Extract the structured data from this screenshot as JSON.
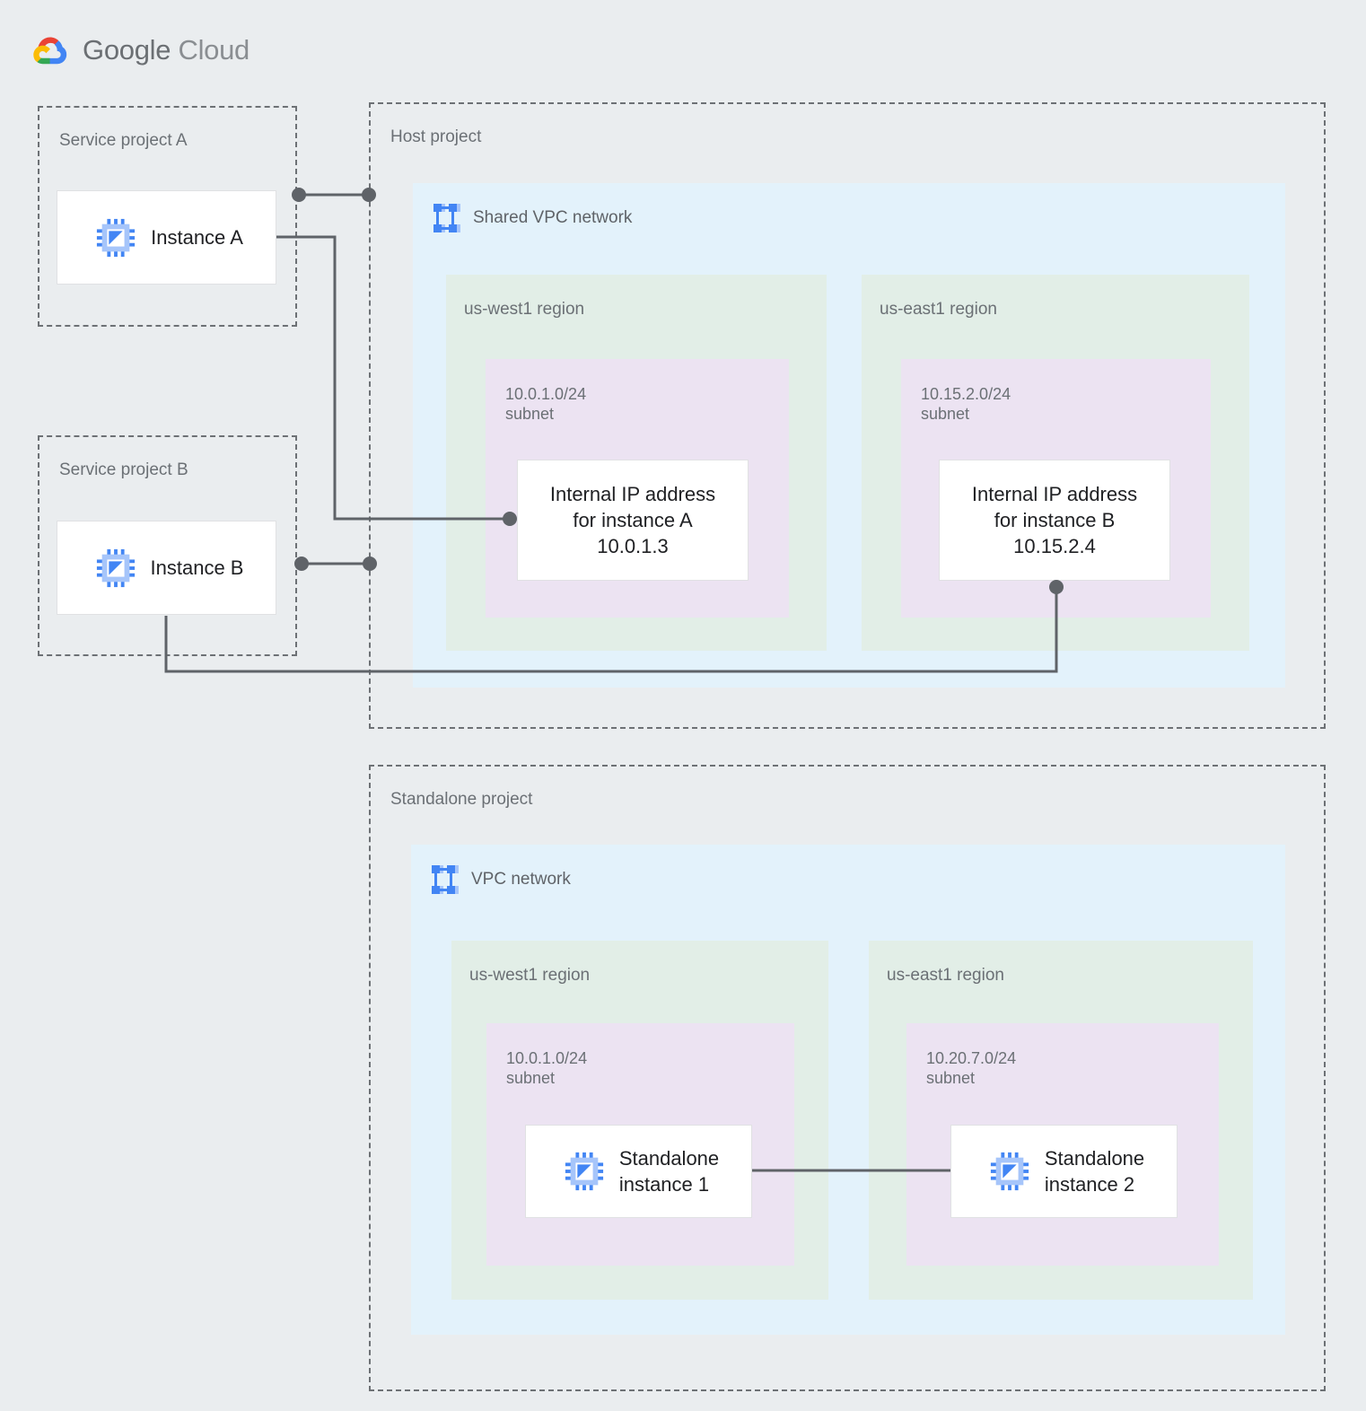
{
  "brand": {
    "name_bold": "Google",
    "name_light": " Cloud",
    "logo": "google-cloud-logo"
  },
  "projects": {
    "service_a": {
      "label": "Service project A"
    },
    "service_b": {
      "label": "Service project B"
    },
    "host": {
      "label": "Host project"
    },
    "standalone": {
      "label": "Standalone project"
    }
  },
  "networks": {
    "shared_vpc": {
      "title": "Shared VPC network",
      "icon": "vpc-network-icon"
    },
    "standalone_vpc": {
      "title": "VPC network",
      "icon": "vpc-network-icon"
    }
  },
  "regions": {
    "host_west": {
      "label": "us-west1 region"
    },
    "host_east": {
      "label": "us-east1 region"
    },
    "standalone_west": {
      "label": "us-west1 region"
    },
    "standalone_east": {
      "label": "us-east1 region"
    }
  },
  "subnets": {
    "host_west": {
      "label": "10.0.1.0/24\nsubnet",
      "cidr": "10.0.1.0/24"
    },
    "host_east": {
      "label": "10.15.2.0/24\nsubnet",
      "cidr": "10.15.2.0/24"
    },
    "standalone_west": {
      "label": "10.0.1.0/24\nsubnet",
      "cidr": "10.0.1.0/24"
    },
    "standalone_east": {
      "label": "10.20.7.0/24\nsubnet",
      "cidr": "10.20.7.0/24"
    }
  },
  "nodes": {
    "instance_a": {
      "label": "Instance A",
      "icon": "vm-instance-icon"
    },
    "instance_b": {
      "label": "Instance B",
      "icon": "vm-instance-icon"
    },
    "ip_a": {
      "label": "Internal IP address\nfor instance A\n10.0.1.3",
      "address": "10.0.1.3"
    },
    "ip_b": {
      "label": "Internal IP address\nfor instance B\n10.15.2.4",
      "address": "10.15.2.4"
    },
    "standalone_1": {
      "label": "Standalone\ninstance 1",
      "icon": "vm-instance-icon"
    },
    "standalone_2": {
      "label": "Standalone\ninstance 2",
      "icon": "vm-instance-icon"
    }
  },
  "colors": {
    "page_background": "#eaedef",
    "vpc_fill": "#e3f2fb",
    "region_fill": "#e2eee7",
    "subnet_fill": "#ece3f2",
    "card_fill": "#ffffff",
    "connector": "#5f6368",
    "dashed_border": "#6d7175",
    "label_text": "#6b7075",
    "node_text": "#202124",
    "icon_blue": "#4285f4",
    "icon_blue_light": "#a6c5fa",
    "logo_red": "#ea4335",
    "logo_yellow": "#fbbc05",
    "logo_green": "#34a853",
    "logo_blue": "#4285f4"
  }
}
